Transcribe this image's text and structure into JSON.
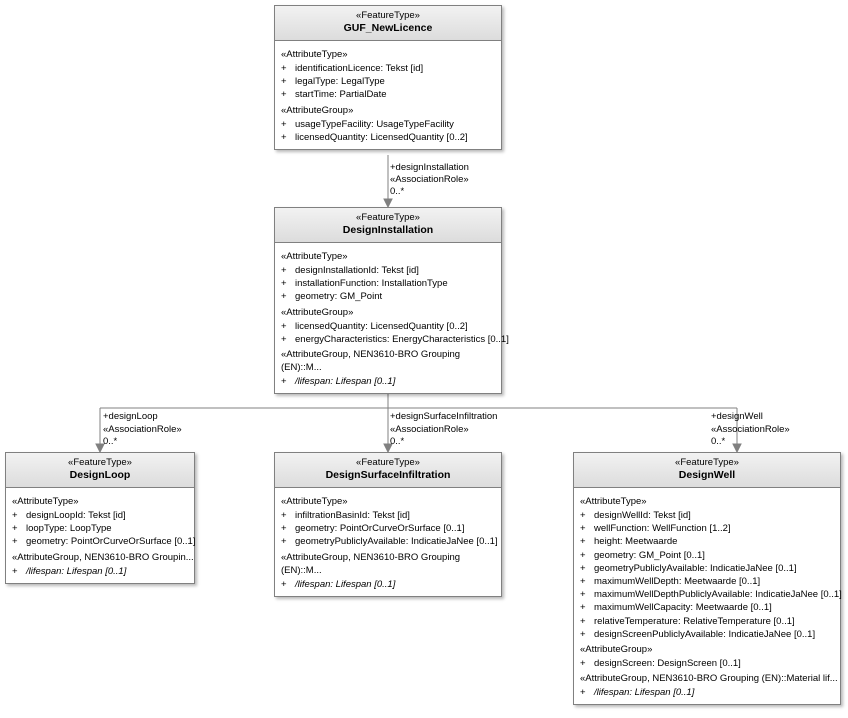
{
  "diagram": {
    "type": "uml-class-diagram",
    "classes": [
      {
        "id": "guf",
        "stereotype": "«FeatureType»",
        "name": "GUF_NewLicence",
        "sections": [
          {
            "label": "«AttributeType»",
            "attributes": [
              {
                "vis": "+",
                "text": "identificationLicence: Tekst [id]"
              },
              {
                "vis": "+",
                "text": "legalType: LegalType"
              },
              {
                "vis": "+",
                "text": "startTime: PartialDate"
              }
            ]
          },
          {
            "label": "«AttributeGroup»",
            "attributes": [
              {
                "vis": "+",
                "text": "usageTypeFacility: UsageTypeFacility"
              },
              {
                "vis": "+",
                "text": "licensedQuantity: LicensedQuantity [0..2]"
              }
            ]
          }
        ]
      },
      {
        "id": "designinstallation",
        "stereotype": "«FeatureType»",
        "name": "DesignInstallation",
        "sections": [
          {
            "label": "«AttributeType»",
            "attributes": [
              {
                "vis": "+",
                "text": "designInstallationId: Tekst [id]"
              },
              {
                "vis": "+",
                "text": "installationFunction: InstallationType"
              },
              {
                "vis": "+",
                "text": "geometry: GM_Point"
              }
            ]
          },
          {
            "label": "«AttributeGroup»",
            "attributes": [
              {
                "vis": "+",
                "text": "licensedQuantity: LicensedQuantity [0..2]"
              },
              {
                "vis": "+",
                "text": "energyCharacteristics: EnergyCharacteristics [0..1]"
              }
            ]
          },
          {
            "label": "«AttributeGroup, NEN3610-BRO Grouping (EN)::M...",
            "attributes": [
              {
                "vis": "+",
                "text": "/lifespan: Lifespan [0..1]",
                "italic": true
              }
            ]
          }
        ]
      },
      {
        "id": "designloop",
        "stereotype": "«FeatureType»",
        "name": "DesignLoop",
        "sections": [
          {
            "label": "«AttributeType»",
            "attributes": [
              {
                "vis": "+",
                "text": "designLoopId: Tekst [id]"
              },
              {
                "vis": "+",
                "text": "loopType: LoopType"
              },
              {
                "vis": "+",
                "text": "geometry: PointOrCurveOrSurface [0..1]"
              }
            ]
          },
          {
            "label": "«AttributeGroup, NEN3610-BRO Groupin...",
            "attributes": [
              {
                "vis": "+",
                "text": "/lifespan: Lifespan [0..1]",
                "italic": true
              }
            ]
          }
        ]
      },
      {
        "id": "designsurfaceinfiltration",
        "stereotype": "«FeatureType»",
        "name": "DesignSurfaceInfiltration",
        "sections": [
          {
            "label": "«AttributeType»",
            "attributes": [
              {
                "vis": "+",
                "text": "infiltrationBasinId: Tekst [id]"
              },
              {
                "vis": "+",
                "text": "geometry: PointOrCurveOrSurface [0..1]"
              },
              {
                "vis": "+",
                "text": "geometryPubliclyAvailable: IndicatieJaNee [0..1]"
              }
            ]
          },
          {
            "label": "«AttributeGroup, NEN3610-BRO Grouping (EN)::M...",
            "attributes": [
              {
                "vis": "+",
                "text": "/lifespan: Lifespan [0..1]",
                "italic": true
              }
            ]
          }
        ]
      },
      {
        "id": "designwell",
        "stereotype": "«FeatureType»",
        "name": "DesignWell",
        "sections": [
          {
            "label": "«AttributeType»",
            "attributes": [
              {
                "vis": "+",
                "text": "designWellId: Tekst [id]"
              },
              {
                "vis": "+",
                "text": "wellFunction: WellFunction [1..2]"
              },
              {
                "vis": "+",
                "text": "height: Meetwaarde"
              },
              {
                "vis": "+",
                "text": "geometry: GM_Point [0..1]"
              },
              {
                "vis": "+",
                "text": "geometryPubliclyAvailable: IndicatieJaNee [0..1]"
              },
              {
                "vis": "+",
                "text": "maximumWellDepth: Meetwaarde [0..1]"
              },
              {
                "vis": "+",
                "text": "maximumWellDepthPubliclyAvailable: IndicatieJaNee [0..1]"
              },
              {
                "vis": "+",
                "text": "maximumWellCapacity: Meetwaarde [0..1]"
              },
              {
                "vis": "+",
                "text": "relativeTemperature: RelativeTemperature [0..1]"
              },
              {
                "vis": "+",
                "text": "designScreenPubliclyAvailable: IndicatieJaNee [0..1]"
              }
            ]
          },
          {
            "label": "«AttributeGroup»",
            "attributes": [
              {
                "vis": "+",
                "text": "designScreen: DesignScreen [0..1]"
              }
            ]
          },
          {
            "label": "«AttributeGroup, NEN3610-BRO Grouping (EN)::Material lif...",
            "attributes": [
              {
                "vis": "+",
                "text": "/lifespan: Lifespan [0..1]",
                "italic": true
              }
            ]
          }
        ]
      }
    ],
    "associations": [
      {
        "id": "designInstallation",
        "role": "+designInstallation",
        "stereotype": "«AssociationRole»",
        "multiplicity": "0..*"
      },
      {
        "id": "designLoop",
        "role": "+designLoop",
        "stereotype": "«AssociationRole»",
        "multiplicity": "0..*"
      },
      {
        "id": "designSurfaceInfiltration",
        "role": "+designSurfaceInfiltration",
        "stereotype": "«AssociationRole»",
        "multiplicity": "0..*"
      },
      {
        "id": "designWell",
        "role": "+designWell",
        "stereotype": "«AssociationRole»",
        "multiplicity": "0..*"
      }
    ]
  }
}
